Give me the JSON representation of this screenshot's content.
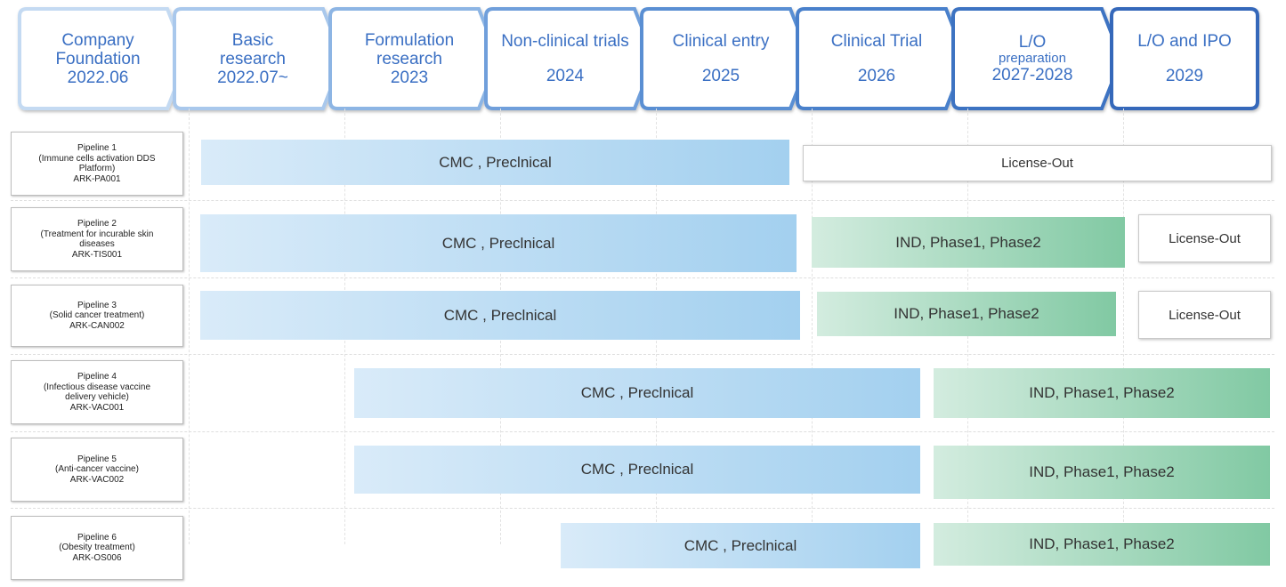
{
  "timeline": [
    {
      "line1": "Company",
      "line2": "Foundation",
      "year": "2022.06"
    },
    {
      "line1": "Basic",
      "line2": "research",
      "year": "2022.07~"
    },
    {
      "line1": "Formulation",
      "line2": "research",
      "year": "2023"
    },
    {
      "line1": "Non-clinical trials",
      "line2": "",
      "year": "2024"
    },
    {
      "line1": "Clinical entry",
      "line2": "",
      "year": "2025"
    },
    {
      "line1": "Clinical Trial",
      "line2": "",
      "year": "2026"
    },
    {
      "line1": "L/O",
      "line2": "preparation",
      "year": "2027-2028"
    },
    {
      "line1": "L/O and IPO",
      "line2": "",
      "year": "2029"
    }
  ],
  "pipelines": [
    {
      "name": "Pipeline 1",
      "desc1": "(Immune cells activation DDS",
      "desc2": "Platform)",
      "code": "ARK-PA001",
      "preclinical": "CMC , Preclnical",
      "clinical": "",
      "licensing": "License-Out"
    },
    {
      "name": "Pipeline 2",
      "desc1": "(Treatment for incurable skin",
      "desc2": "diseases",
      "code": "ARK-TIS001",
      "preclinical": "CMC , Preclnical",
      "clinical": "IND, Phase1, Phase2",
      "licensing": "License-Out"
    },
    {
      "name": "Pipeline 3",
      "desc1": "(Solid cancer treatment)",
      "desc2": "",
      "code": "ARK-CAN002",
      "preclinical": "CMC , Preclnical",
      "clinical": "IND, Phase1, Phase2",
      "licensing": "License-Out"
    },
    {
      "name": "Pipeline 4",
      "desc1": "(Infectious disease vaccine",
      "desc2": "delivery vehicle)",
      "code": "ARK-VAC001",
      "preclinical": "CMC , Preclnical",
      "clinical": "IND, Phase1, Phase2",
      "licensing": ""
    },
    {
      "name": "Pipeline 5",
      "desc1": "(Anti-cancer vaccine)",
      "desc2": "",
      "code": "ARK-VAC002",
      "preclinical": "CMC , Preclnical",
      "clinical": "IND, Phase1, Phase2",
      "licensing": ""
    },
    {
      "name": "Pipeline 6",
      "desc1": "(Obesity treatment)",
      "desc2": "",
      "code": "ARK-OS006",
      "preclinical": "CMC , Preclnical",
      "clinical": "IND, Phase1, Phase2",
      "licensing": ""
    }
  ],
  "colors": {
    "preclinical_start": "#d9ebf9",
    "preclinical_end": "#a3d0ef",
    "clinical_start": "#d3ecdf",
    "clinical_end": "#81c9a3",
    "timeline_text": "#3a6fc3"
  }
}
